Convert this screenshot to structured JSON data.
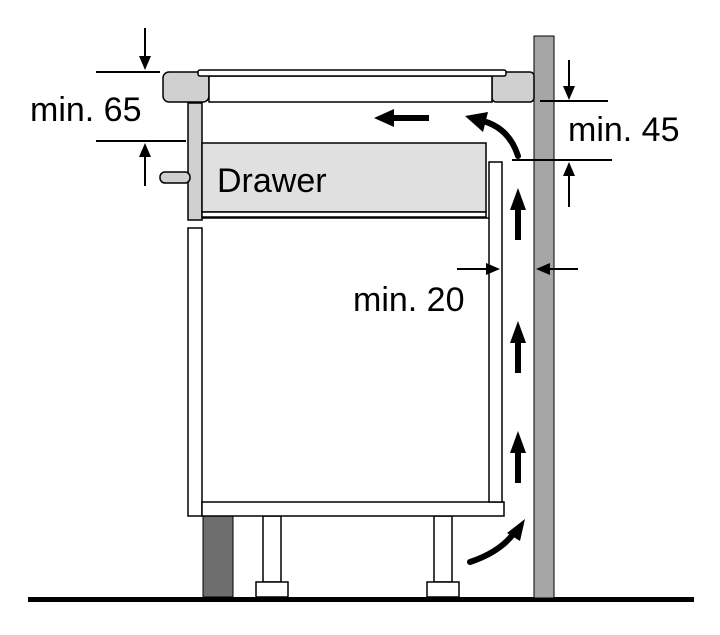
{
  "labels": {
    "drawer": "Drawer",
    "min_65": "min. 65",
    "min_45": "min. 45",
    "min_20": "min. 20"
  },
  "colors": {
    "wall": "#a6a6a6",
    "worktop": "#d0d0d0",
    "drawer": "#e0e0e0",
    "plinth": "#6e6e6e",
    "line": "#000000"
  }
}
